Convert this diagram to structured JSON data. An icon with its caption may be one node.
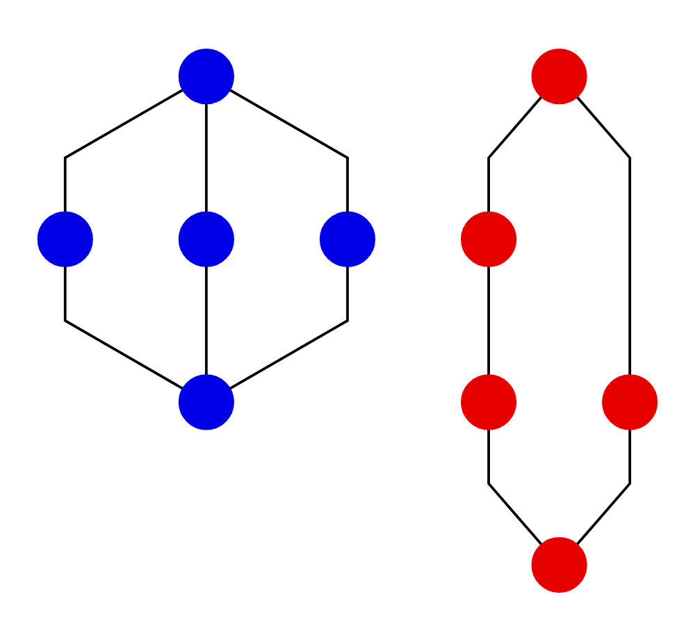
{
  "diagram": {
    "nodes": [
      {
        "text": [],
        "shape": "circle"
      },
      {
        "text": [],
        "shape": "circle"
      },
      {
        "text": [],
        "shape": "circle"
      },
      {
        "text": [],
        "shape": "circle"
      },
      {
        "text": [],
        "shape": "circle"
      },
      {
        "text": [],
        "shape": "circle"
      },
      {
        "text": [],
        "shape": "circle"
      },
      {
        "text": [],
        "shape": "circle"
      },
      {
        "text": [],
        "shape": "circle"
      },
      {
        "text": [],
        "shape": "circle"
      }
    ],
    "edges": [
      {
        "from": 0,
        "to": 1,
        "arrow": "none"
      },
      {
        "from": 0,
        "to": 2,
        "arrow": "none"
      },
      {
        "from": 0,
        "to": 3,
        "arrow": "none"
      },
      {
        "from": 1,
        "to": 4,
        "arrow": "none"
      },
      {
        "from": 2,
        "to": 4,
        "arrow": "none"
      },
      {
        "from": 3,
        "to": 4,
        "arrow": "none"
      },
      {
        "from": 5,
        "to": 6,
        "arrow": "none"
      },
      {
        "from": 5,
        "to": 7,
        "arrow": "none"
      },
      {
        "from": 6,
        "to": 8,
        "arrow": "none"
      },
      {
        "from": 8,
        "to": 9,
        "arrow": "none"
      },
      {
        "from": 7,
        "to": 9,
        "arrow": "none"
      }
    ]
  }
}
